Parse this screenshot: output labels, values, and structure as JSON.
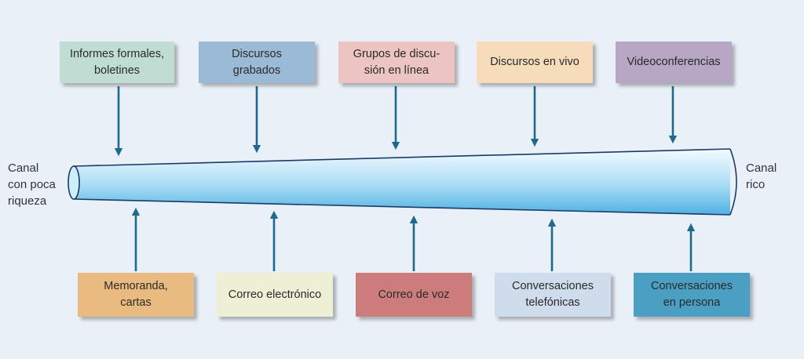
{
  "left_label": "Canal\ncon poca\nriqueza",
  "right_label": "Canal\nrico",
  "top_boxes": [
    {
      "text": "Informes formales,\nboletines",
      "color": "#bfddd2"
    },
    {
      "text": "Discursos\ngrabados",
      "color": "#9bbad6"
    },
    {
      "text": "Grupos de discu-\nsión en línea",
      "color": "#ecc4c1"
    },
    {
      "text": "Discursos en vivo",
      "color": "#f6dcbb"
    },
    {
      "text": "Videoconferencias",
      "color": "#b8a6c5"
    }
  ],
  "bottom_boxes": [
    {
      "text": "Memoranda,\ncartas",
      "color": "#eabb80"
    },
    {
      "text": "Correo electrónico",
      "color": "#eef0d6"
    },
    {
      "text": "Correo de voz",
      "color": "#cd7c7c"
    },
    {
      "text": "Conversaciones\ntelefónicas",
      "color": "#cfdcec"
    },
    {
      "text": "Conversaciones\nen persona",
      "color": "#4a9fc3"
    }
  ],
  "colors": {
    "arrow": "#1f6a8c",
    "cone_outline": "#1a3b66",
    "cone_light": "#f4fbff",
    "cone_mid": "#a9dcf5",
    "cone_dark": "#4fb1e3"
  }
}
